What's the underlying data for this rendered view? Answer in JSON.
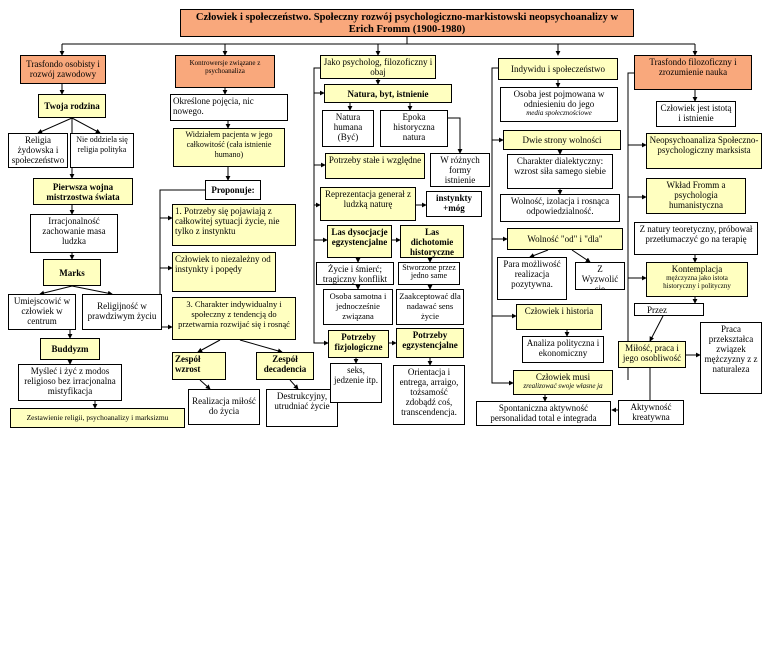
{
  "title": "Człowiek i społeczeństwo. Społeczny rozwój psychologiczno-markistowski neopsychoanalizy w Erich Fromm (1900-1980)",
  "col1": {
    "header": "Trasfondo osobisty i rozwój zawodowy",
    "family": "Twoja rodzina",
    "religion": "Religia żydowska i społeczeństwo",
    "not_separate": "Nie oddziela się religia polityka",
    "ww1": "Pierwsza wojna mistrzostwa świata",
    "irrational": "Irracjonalność zachowanie masa ludzka",
    "marx": "Marks",
    "man_center": "Umiejscowić w człowiek w centrum",
    "religiosity": "Religijność w prawdziwym życiu",
    "buddhism": "Buddyzm",
    "think_live": "Myśleć i żyć z modos religioso bez irracjonalna mistyfikacja",
    "synthesis": "Zestawienie religii, psychoanalizy i marksizmu"
  },
  "col2": {
    "header": "Kontrowersje związane z psychoanaliza",
    "concepts": "Określone pojęcia, nic nowego.",
    "patient": "Widziałem pacjenta w jego całkowitość (cała istnienie humano)",
    "proposes": "Proponuje:",
    "needs": "1. Potrzeby się pojawiają z całkowitej sytuacji życie, nie tylko z instynktu",
    "independent": "Człowiek to niezależny od instynkty i popędy",
    "character": "3. Charakter indywidualny i społeczny z tendencją do przetwarnia rozwijać się i rosnąć",
    "growth": "Zespół wzrost",
    "decay": "Zespół decadencia",
    "realization": "Realizacja miłość do życia",
    "destructive": "Destrukcyjny, utrudniać życie"
  },
  "col3": {
    "header": "Jako psycholog, filozoficzny i obaj",
    "nature": "Natura, byt, istnienie",
    "human_nature": "Natura humana (Być)",
    "epoch": "Epoka historyczna natura",
    "stable_needs": "Potrzeby stałe i względne",
    "existence_forms": "W różnych formy istnienie",
    "representation": "Reprezentacja generał z ludzką naturę",
    "instincts": "instynkty +móg",
    "dysconciencias": "Las dysocjacje egzystencjalne",
    "dichotomies": "Las dichotomie historyczne",
    "life_death": "Życie i śmierć; tragiczny konflikt",
    "created_self": "Stworzone przez jedno same",
    "lonely": "Osoba samotna i jednocześnie związana",
    "sense": "Zaakceptować dla nadawać sens życie",
    "physio": "Potrzeby fizjologiczne",
    "existential_needs": "Potrzeby egzystencjalne",
    "sex": "seks, jedzenie itp.",
    "orientation": "Orientacja i entrega, arraigo, tożsamość zdobądź coś, transcendencja."
  },
  "col4": {
    "header": "Indywidu i społeczeństwo",
    "person": "Osoba jest pojmowana w odniesieniu do jego",
    "person_small": "media społecznościowe",
    "two_sides": "Dwie strony wolności",
    "dialectic": "Charakter dialektyczny: wzrost siła samego siebie",
    "freedom": "Wolność, izolacja i rosnąca odpowiedzialność.",
    "from_to": "Wolność \"od\" i \"dla\"",
    "positive": "Para możliwość realizacja pozytywna.",
    "free": "Z Wyzwolić się",
    "man_history": "Człowiek i historia",
    "analysis": "Analiza polityczna i ekonomiczny",
    "must": "Człowiek musi",
    "must_small": "zrealizować swoje własne ja",
    "spontaneous": "Spontaniczna aktywność personalidad total e integrada"
  },
  "col5": {
    "header": "Trasfondo filozoficzny i zrozumienie nauka",
    "being": "Człowiek jest istotą i istnienie",
    "neo": "Neopsychoanaliza Społeczno-psychologiczny marksista",
    "contribution": "Wkład Fromm a psychologia humanistyczna",
    "theory": "Z natury teoretyczny, próbował przetłumaczyć go na terapię",
    "contemplation": "Kontemplacja",
    "contemplation_small": "mężczyzna jako istota historyczny i polityczny",
    "through": "Przez",
    "love": "Miłość, praca i jego osobliwość",
    "work": "Praca przekształca związek mężczyzny z z naturaleza",
    "active": "Aktywność kreatywna"
  }
}
